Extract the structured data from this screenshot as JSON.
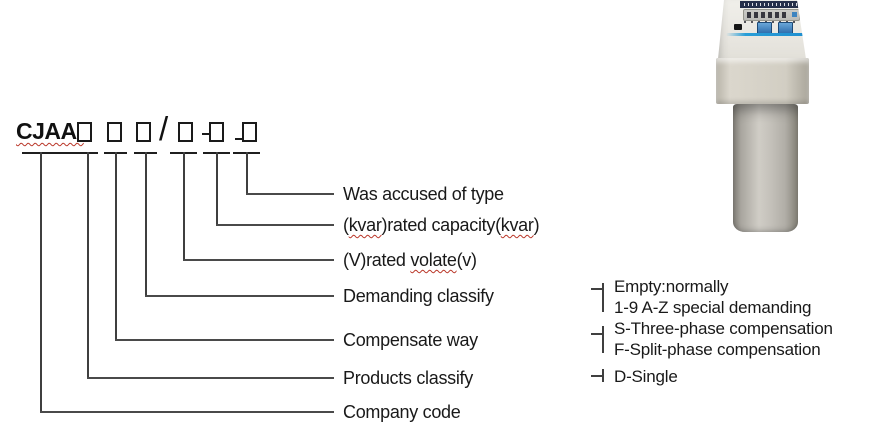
{
  "model_code": {
    "prefix": "CJAA-",
    "slash": "/"
  },
  "fields": [
    {
      "id": "was-accused-of-type",
      "parts": [
        {
          "t": "Was accused of type",
          "w": false
        }
      ]
    },
    {
      "id": "rated-capacity",
      "parts": [
        {
          "t": "(",
          "w": false
        },
        {
          "t": "kvar",
          "w": true
        },
        {
          "t": ")rated capacity(",
          "w": false
        },
        {
          "t": "kvar",
          "w": true
        },
        {
          "t": ")",
          "w": false
        }
      ]
    },
    {
      "id": "rated-voltage",
      "parts": [
        {
          "t": "(V)rated ",
          "w": false
        },
        {
          "t": "volate",
          "w": true
        },
        {
          "t": "(v)",
          "w": false
        }
      ]
    },
    {
      "id": "demanding-classify",
      "parts": [
        {
          "t": "Demanding classify",
          "w": false
        }
      ]
    },
    {
      "id": "compensate-way",
      "parts": [
        {
          "t": "Compensate way",
          "w": false
        }
      ]
    },
    {
      "id": "products-classify",
      "parts": [
        {
          "t": "Products classify",
          "w": false
        }
      ]
    },
    {
      "id": "company-code",
      "parts": [
        {
          "t": "Company code",
          "w": false
        }
      ]
    }
  ],
  "annotations": [
    {
      "lines": [
        "Empty:normally",
        "1-9 A-Z special demanding"
      ]
    },
    {
      "lines": [
        "S-Three-phase compensation",
        "F-Split-phase compensation"
      ]
    },
    {
      "lines": [
        "D-Single"
      ]
    }
  ],
  "colors": {
    "tree_line": "#3f3f3f",
    "squiggle_red": "#b93527",
    "panel_header_navy": "#26304a",
    "panel_button_blue": "#3d84c0",
    "panel_accent_blue": "#299ed7"
  }
}
